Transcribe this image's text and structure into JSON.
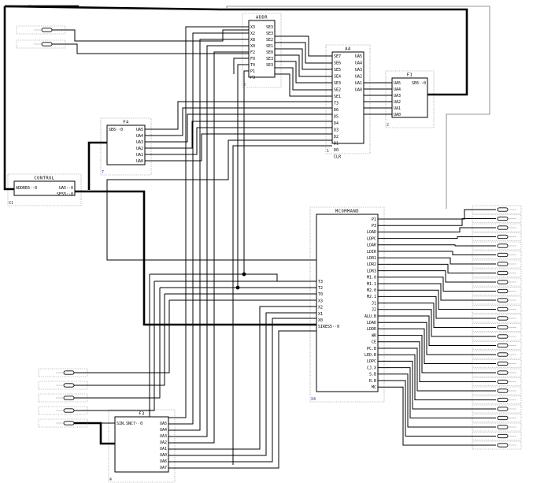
{
  "blocks": [
    {
      "id": "addr",
      "title": "ADDR",
      "ref": "3",
      "left_pins": [
        "X3",
        "X2",
        "X8",
        "X0",
        "F2",
        "F0",
        "T0",
        "P1",
        "P3"
      ],
      "right_pins": [
        "SE3",
        "SE3",
        "SE2",
        "SE1",
        "SE0",
        "SE3",
        "SE3"
      ]
    },
    {
      "id": "aa",
      "title": "AA",
      "ref": "1",
      "left_pins": [
        "SE7",
        "SE6",
        "SE5",
        "SE4",
        "SE3",
        "SE2",
        "SE1",
        "T3",
        "D6",
        "D5",
        "D4",
        "D3",
        "D2",
        "D1",
        "D0",
        "CLR"
      ],
      "right_pins": [
        "UA5",
        "UA4",
        "UA3",
        "UA2",
        "UA1",
        "UA0"
      ]
    },
    {
      "id": "f1",
      "title": "F1",
      "ref": "2",
      "left_pins": [
        "UA5",
        "UA4",
        "UA3",
        "UA2",
        "UA1",
        "UA0"
      ],
      "right_pins": [
        "SE6··0"
      ]
    },
    {
      "id": "f4",
      "title": "F4",
      "ref": "7",
      "left_pins": [
        "SE6··0"
      ],
      "right_pins": [
        "UA5",
        "UA4",
        "UA3",
        "UA2",
        "UA1",
        "UA0"
      ]
    },
    {
      "id": "control",
      "title": "CONTROL",
      "ref": "X1",
      "left_pins": [
        "ADDRE6··0"
      ],
      "right_pins": [
        "UA5··0",
        "SE55··0"
      ]
    },
    {
      "id": "mcommand",
      "title": "MCOMMAND",
      "ref": "X4",
      "left_pins": [
        "T3",
        "T2",
        "T0",
        "X3",
        "X2",
        "X1",
        "X0",
        "SIRES5··0"
      ],
      "right_pins": [
        "P1",
        "P3",
        "LOAD",
        "LDPC",
        "LDAR",
        "LDIR",
        "LDR1",
        "LDR2",
        "LDR3",
        "M1.0",
        "M1.1",
        "M2.0",
        "M2.1",
        "J1",
        "J2",
        "ALU.B",
        "LDAD",
        "LDDR",
        "WR",
        "CE",
        "PC.B",
        "LED.B",
        "LDPC",
        "CJ.X",
        "S.B",
        "R.B",
        "MC"
      ]
    },
    {
      "id": "f3",
      "title": "F3",
      "ref": "4",
      "left_pins": [
        "SIN.SNC7··0"
      ],
      "right_pins": [
        "UA5",
        "UA4",
        "UA3",
        "UA2",
        "UA1",
        "UA0",
        "UA6",
        "UA7"
      ]
    }
  ]
}
